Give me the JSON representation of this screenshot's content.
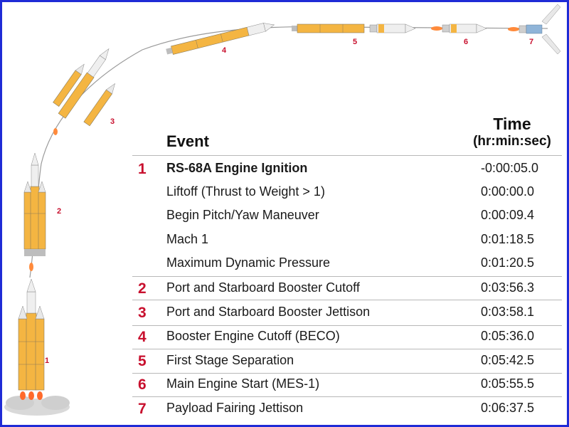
{
  "header": {
    "event": "Event",
    "time": "Time",
    "time_unit": "(hr:min:sec)"
  },
  "stage_labels": [
    "1",
    "2",
    "3",
    "4",
    "5",
    "6",
    "7"
  ],
  "events": [
    {
      "number": "1",
      "event": "RS-68A Engine Ignition",
      "time": "-0:00:05.0",
      "bold": true
    },
    {
      "number": "",
      "event": "Liftoff (Thrust to Weight > 1)",
      "time": "0:00:00.0"
    },
    {
      "number": "",
      "event": "Begin Pitch/Yaw Maneuver",
      "time": "0:00:09.4"
    },
    {
      "number": "",
      "event": "Mach 1",
      "time": "0:01:18.5"
    },
    {
      "number": "",
      "event": "Maximum Dynamic Pressure",
      "time": "0:01:20.5"
    },
    {
      "number": "2",
      "event": "Port and Starboard Booster Cutoff",
      "time": "0:03:56.3"
    },
    {
      "number": "3",
      "event": "Port and Starboard Booster Jettison",
      "time": "0:03:58.1"
    },
    {
      "number": "4",
      "event": "Booster Engine Cutoff (BECO)",
      "time": "0:05:36.0"
    },
    {
      "number": "5",
      "event": "First Stage Separation",
      "time": "0:05:42.5"
    },
    {
      "number": "6",
      "event": "Main Engine Start (MES-1)",
      "time": "0:05:55.5"
    },
    {
      "number": "7",
      "event": "Payload Fairing Jettison",
      "time": "0:06:37.5"
    }
  ],
  "colors": {
    "border": "#1f2bd6",
    "accent_red": "#c8102e",
    "booster_orange": "#f4b542",
    "rule_gray": "#b8b8b8"
  }
}
